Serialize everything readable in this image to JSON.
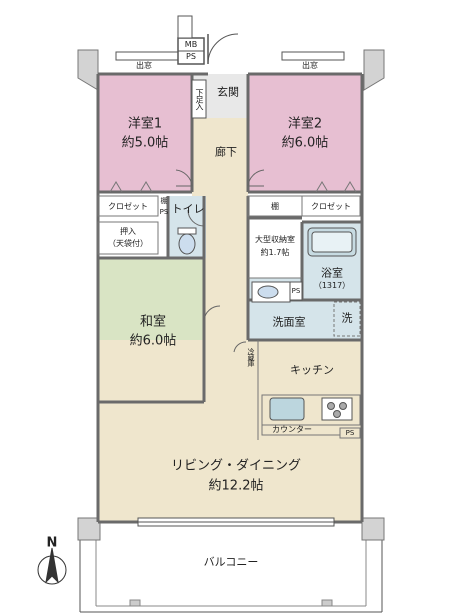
{
  "colors": {
    "western_room": "#e7bfd2",
    "japanese_room": "#d9e4c4",
    "flooring": "#efe6cd",
    "wet_area": "#d5e4ea",
    "wall": "#6a6a6a",
    "concrete": "#d3d3d3"
  },
  "compass": {
    "north_label": "N"
  },
  "rooms": {
    "room1": {
      "name": "洋室1",
      "area": "約5.0帖"
    },
    "room2": {
      "name": "洋室2",
      "area": "約6.0帖"
    },
    "japanese": {
      "name": "和室",
      "area": "約6.0帖"
    },
    "living": {
      "name": "リビング・ダイニング",
      "area": "約12.2帖"
    },
    "storage": {
      "name": "大型収納室",
      "area": "約1.7帖"
    },
    "bath": {
      "name": "浴室",
      "size": "（1317）"
    }
  },
  "labels": {
    "mb_ps_1": "MB",
    "mb_ps_2": "PS",
    "entrance": "玄関",
    "shoe_box": "下足入",
    "hallway": "廊下",
    "bay_window_left": "出窓",
    "bay_window_right": "出窓",
    "closet_left": "クロゼット",
    "closet_right": "クロゼット",
    "shelf_left": "棚",
    "ps_left": "PS",
    "toilet": "トイレ",
    "oshiire": "押入",
    "oshiire_sub": "（天袋付）",
    "shelf_storage": "棚",
    "ps_wash": "PS",
    "washroom": "洗面室",
    "washer": "洗",
    "kitchen": "キッチン",
    "counter": "カウンター",
    "ps_kitchen": "PS",
    "fridge": "冷蔵庫",
    "balcony": "バルコニー"
  }
}
